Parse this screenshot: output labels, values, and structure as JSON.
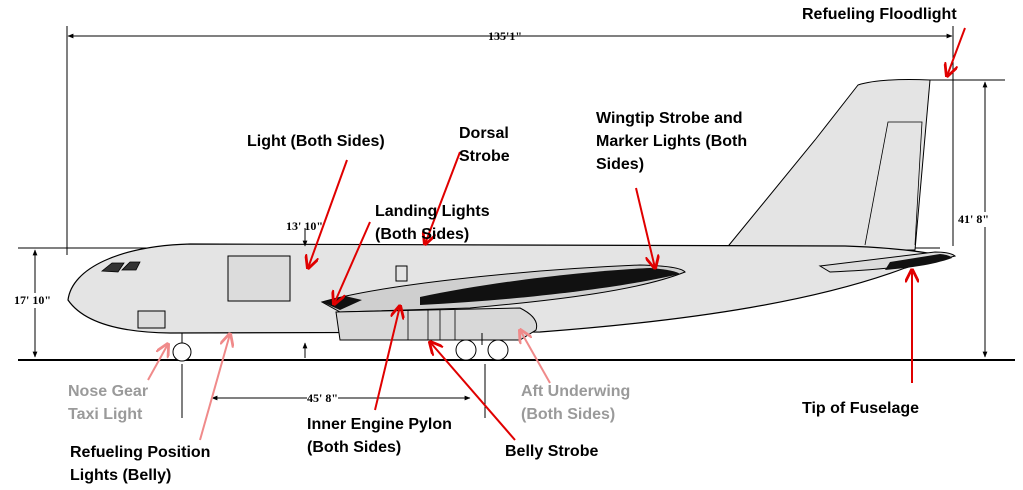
{
  "dimensions": {
    "overall_length": "135'1\"",
    "tail_height": "41' 8\"",
    "fuselage_height": "17' 10\"",
    "wing_height": "13' 10\"",
    "wheelbase": "45' 8\""
  },
  "callouts": {
    "refueling_floodlight": "Refueling Floodlight",
    "light_both_sides": "Light (Both Sides)",
    "dorsal_strobe": [
      "Dorsal",
      "Strobe"
    ],
    "wingtip_strobe": [
      "Wingtip Strobe and",
      "Marker Lights (Both",
      "Sides)"
    ],
    "landing_lights": [
      "Landing Lights",
      "(Both Sides)"
    ],
    "nose_gear_taxi_light": [
      "Nose Gear",
      "Taxi Light"
    ],
    "aft_underwing": [
      "Aft Underwing",
      "(Both Sides)"
    ],
    "tip_of_fuselage": "Tip of Fuselage",
    "refueling_position_lights": [
      "Refueling Position",
      "Lights (Belly)"
    ],
    "inner_engine_pylon": [
      "Inner Engine Pylon",
      "(Both Sides)"
    ],
    "belly_strobe": "Belly Strobe"
  },
  "colors": {
    "arrow_primary": "#e00000",
    "arrow_secondary": "#f08a8a",
    "aircraft_fill": "#e4e4e4",
    "muted_label": "#9a9a9a"
  }
}
